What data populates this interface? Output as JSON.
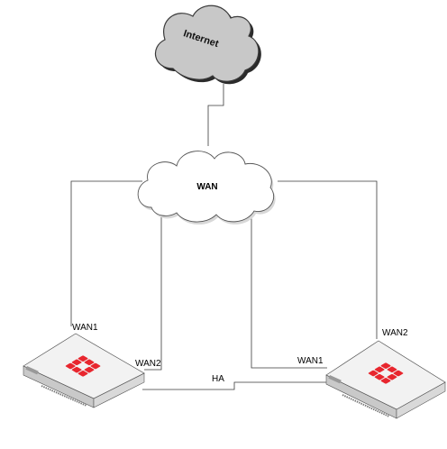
{
  "internet": {
    "label": "Internet"
  },
  "wan_cloud": {
    "label": "WAN"
  },
  "left_firewall": {
    "port_wan1": "WAN1",
    "port_wan2": "WAN2"
  },
  "right_firewall": {
    "port_wan1": "WAN1",
    "port_wan2": "WAN2"
  },
  "ha_link": {
    "label": "HA"
  },
  "colors": {
    "internet_cloud": "#c8c8c8",
    "internet_cloud_dark": "#2b2b2b",
    "wan_cloud": "#ffffff",
    "logo_red": "#e8262e",
    "chassis_top": "#f2f2f2",
    "chassis_side": "#d9d9d9"
  },
  "icons": {
    "internet": "cloud-icon",
    "wan": "cloud-icon",
    "firewall": "fortigate-appliance-icon"
  }
}
